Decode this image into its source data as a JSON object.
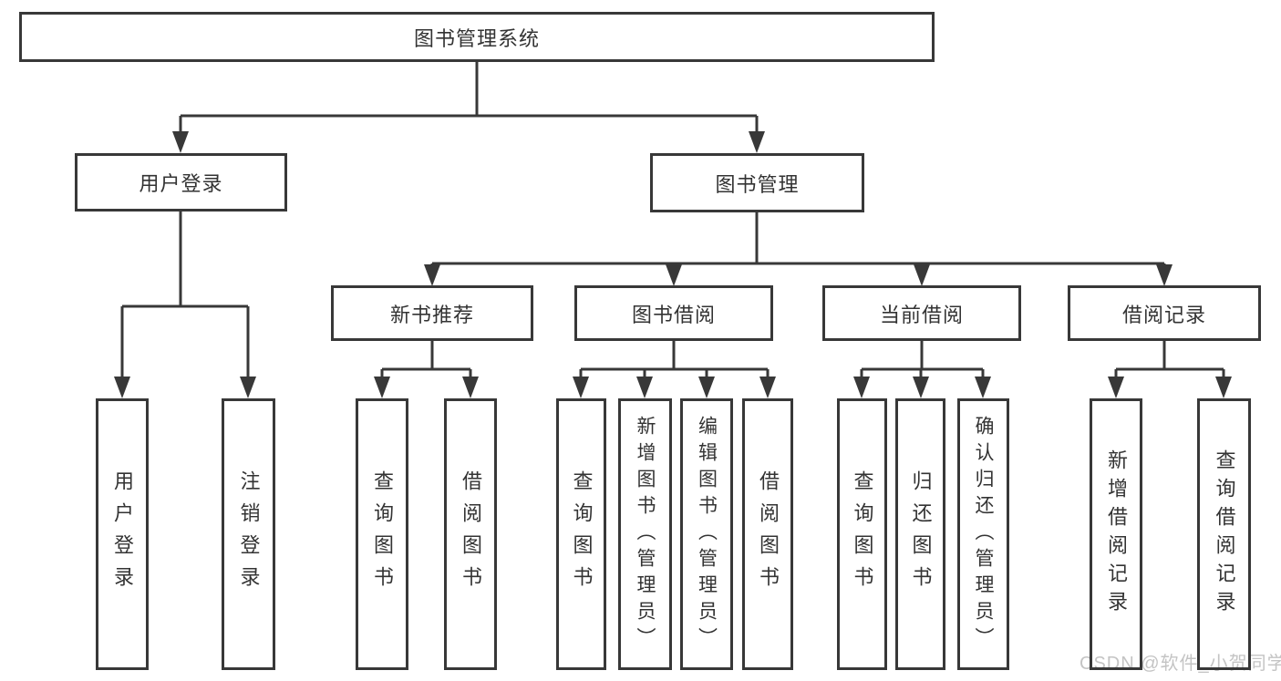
{
  "tree": {
    "label": "图书管理系统",
    "children": [
      {
        "label": "用户登录",
        "children": [
          {
            "label": "用户登录"
          },
          {
            "label": "注销登录"
          }
        ]
      },
      {
        "label": "图书管理",
        "children": [
          {
            "label": "新书推荐",
            "children": [
              {
                "label": "查询图书"
              },
              {
                "label": "借阅图书"
              }
            ]
          },
          {
            "label": "图书借阅",
            "children": [
              {
                "label": "查询图书"
              },
              {
                "label": "新增图书（管理员）"
              },
              {
                "label": "编辑图书（管理员）"
              },
              {
                "label": "借阅图书"
              }
            ]
          },
          {
            "label": "当前借阅",
            "children": [
              {
                "label": "查询图书"
              },
              {
                "label": "归还图书"
              },
              {
                "label": "确认归还（管理员）"
              }
            ]
          },
          {
            "label": "借阅记录",
            "children": [
              {
                "label": "新增借阅记录"
              },
              {
                "label": "查询借阅记录"
              }
            ]
          }
        ]
      }
    ]
  },
  "watermark": {
    "text": "CSDN @软件_小贺同学",
    "color": "#c4c4c4"
  },
  "colors": {
    "line": "#383838",
    "box_border": "#383838",
    "box_fill": "#ffffff",
    "text": "#333333",
    "background": "#ffffff"
  }
}
